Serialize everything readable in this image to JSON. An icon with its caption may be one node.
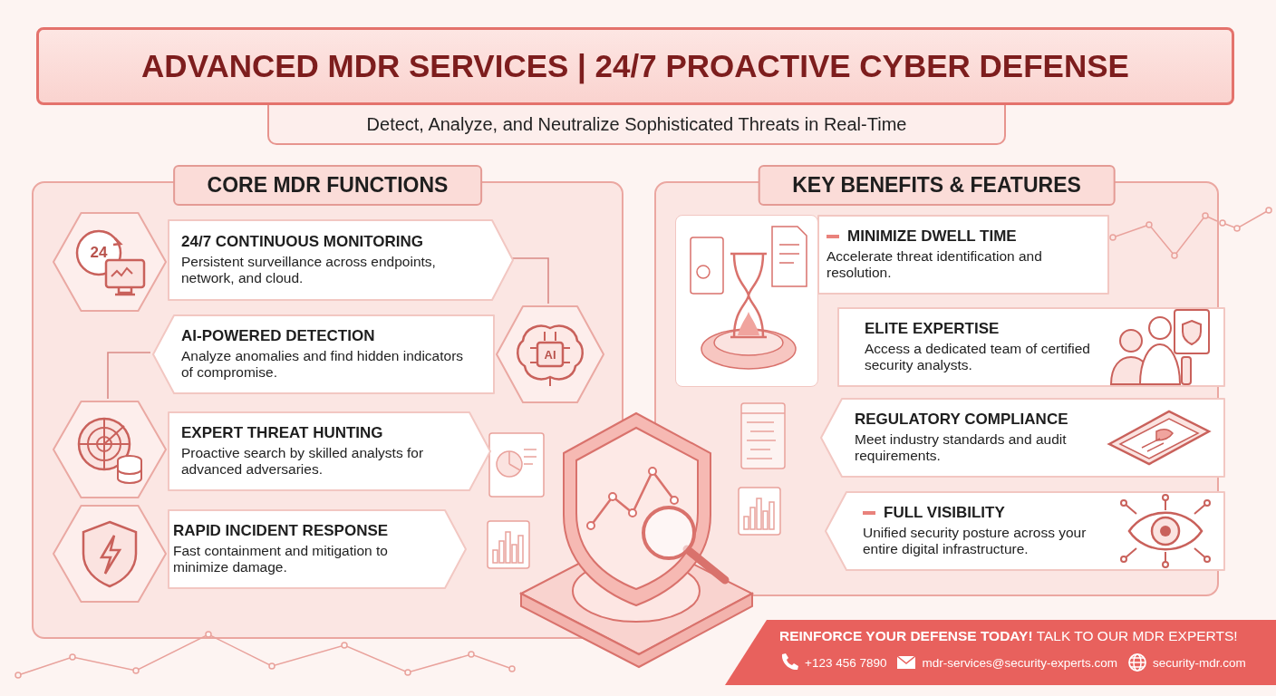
{
  "diagram": {
    "title": "ADVANCED MDR SERVICES | 24/7 PROACTIVE CYBER DEFENSE",
    "nodes": [
      {
        "text": [
          "CORE MDR FUNCTIONS"
        ]
      },
      {
        "text": [
          "24"
        ],
        "in": 0
      },
      {
        "text": [
          "24/7 CONTINUOUS MONITORING",
          "Persistent surveillance across endpoints, network, and cloud."
        ],
        "in": 0
      },
      {
        "text": [
          "AI-POWERED DETECTION",
          "Analyze anomalies and find hidden indicators of compromise."
        ],
        "in": 0
      },
      {
        "text": [
          "AI"
        ],
        "in": 0
      },
      {
        "text": [],
        "shape": "hexagon",
        "in": 0
      },
      {
        "text": [
          "EXPERT THREAT HUNTING",
          "Proactive search by skilled analysts for advanced adversaries."
        ],
        "in": 0
      },
      {
        "text": [],
        "shape": "hexagon",
        "in": 0
      },
      {
        "text": [
          "RAPID INCIDENT RESPONSE",
          "Fast containment and mitigation to minimize damage."
        ],
        "in": 0
      },
      {
        "text": [
          "KEY BENEFITS & FEATURES"
        ]
      },
      {
        "text": [
          "MINIMIZE DWELL TIME",
          "Accelerate threat identification and resolution."
        ],
        "in": 9
      },
      {
        "text": [
          "ELITE EXPERTISE",
          "Access a dedicated team of certified security analysts."
        ],
        "in": 9
      },
      {
        "text": [
          "REGULATORY COMPLIANCE",
          "Meet industry standards and audit requirements."
        ],
        "in": 9
      },
      {
        "text": [
          "FULL VISIBILITY",
          "Unified security posture across your entire digital infrastructure."
        ],
        "in": 9
      },
      {
        "text": [
          "**REINFORCE YOUR DEFENSE TODAY!** TALK TO OUR MDR EXPERTS!",
          "+123 456 7890",
          "mdr-services@security-experts.com",
          "security-mdr.com"
        ]
      }
    ],
    "edges": [
      {
        "from": 2,
        "to": 4,
        "arrow": "none"
      },
      {
        "from": 3,
        "to": 5,
        "arrow": "none"
      }
    ],
    "labels": [
      "Detect, Analyze, and Neutralize Sophisticated Threats in Real-Time"
    ]
  }
}
